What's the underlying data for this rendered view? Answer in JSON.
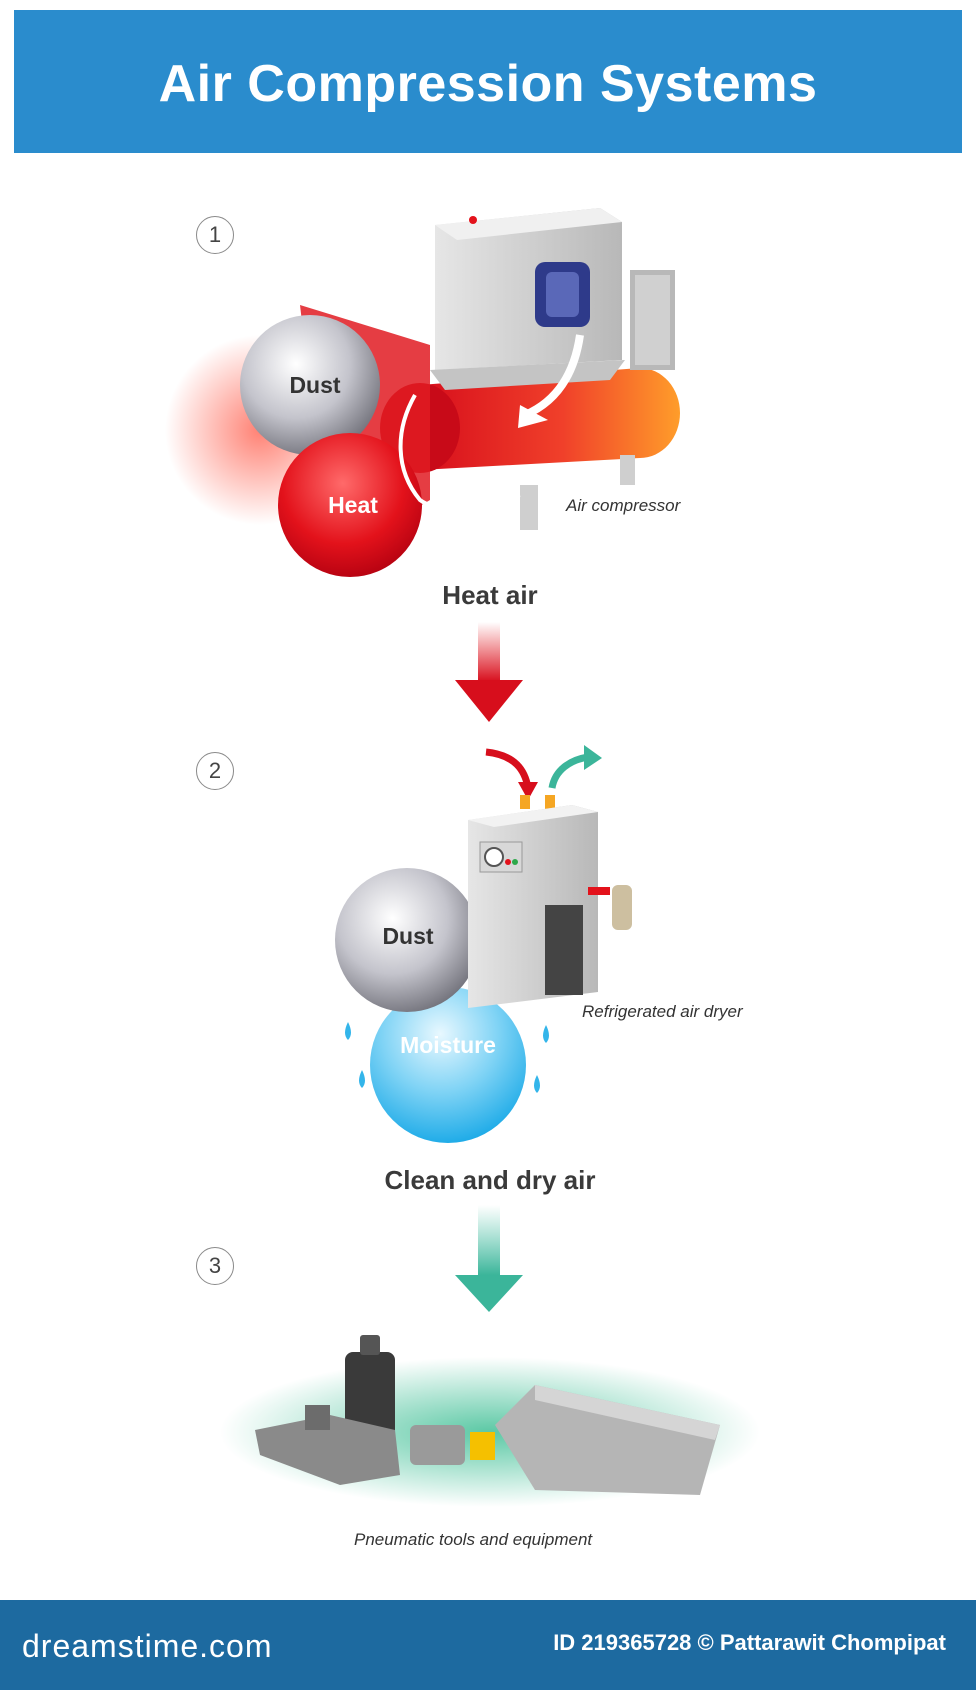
{
  "header": {
    "title": "Air Compression Systems",
    "background": "#2a8ccd"
  },
  "steps": [
    {
      "number": "1",
      "equipment_label": "Air compressor",
      "bubbles": [
        "Dust",
        "Heat"
      ],
      "output_caption": "Heat air"
    },
    {
      "number": "2",
      "equipment_label": "Refrigerated air dryer",
      "bubbles": [
        "Dust",
        "Moisture"
      ],
      "output_caption": "Clean and dry air"
    },
    {
      "number": "3",
      "equipment_label": "Pneumatic tools and equipment"
    }
  ],
  "footer": {
    "brand": "dreamstime.com",
    "credit": "ID 219365728 © Pattarawit Chompipat"
  },
  "colors": {
    "heat": "#e3121b",
    "dust": "#9a9aa2",
    "moisture": "#33b5ea",
    "clean": "#4fc3a8",
    "footer": "#1d6aa0"
  }
}
